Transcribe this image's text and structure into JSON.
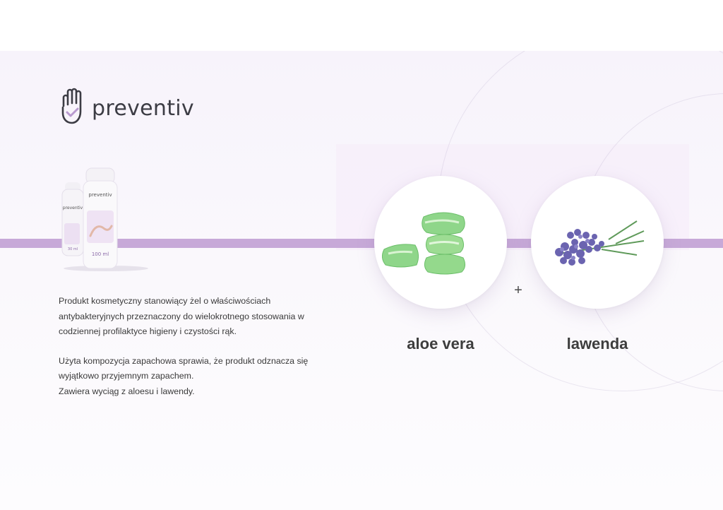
{
  "brand": {
    "name": "preventiv",
    "icon": "hand-check-icon"
  },
  "product": {
    "image": "preventiv-bottles",
    "bottle_large_label": "100 ml",
    "bottle_small_label": "30 ml"
  },
  "description": {
    "paragraph1": "Produkt kosmetyczny stanowiący żel o właściwościach antybakteryjnych przeznaczony do wielokrotnego stosowania w codziennej profilaktyce higieny i czystości rąk.",
    "paragraph2_line1": "Użyta kompozycja zapachowa sprawia, że produkt odznacza się wyjątkowo przyjemnym zapachem.",
    "paragraph2_line2": "Zawiera wyciąg z aloesu i lawendy."
  },
  "ingredients": [
    {
      "name": "aloe vera",
      "icon": "aloe-vera-icon"
    },
    {
      "name": "lawenda",
      "icon": "lavender-icon"
    }
  ],
  "plus_sign": "+",
  "colors": {
    "accent": "#c7a9d8",
    "text": "#3a3a3a",
    "panel": "#f7f3fb"
  }
}
